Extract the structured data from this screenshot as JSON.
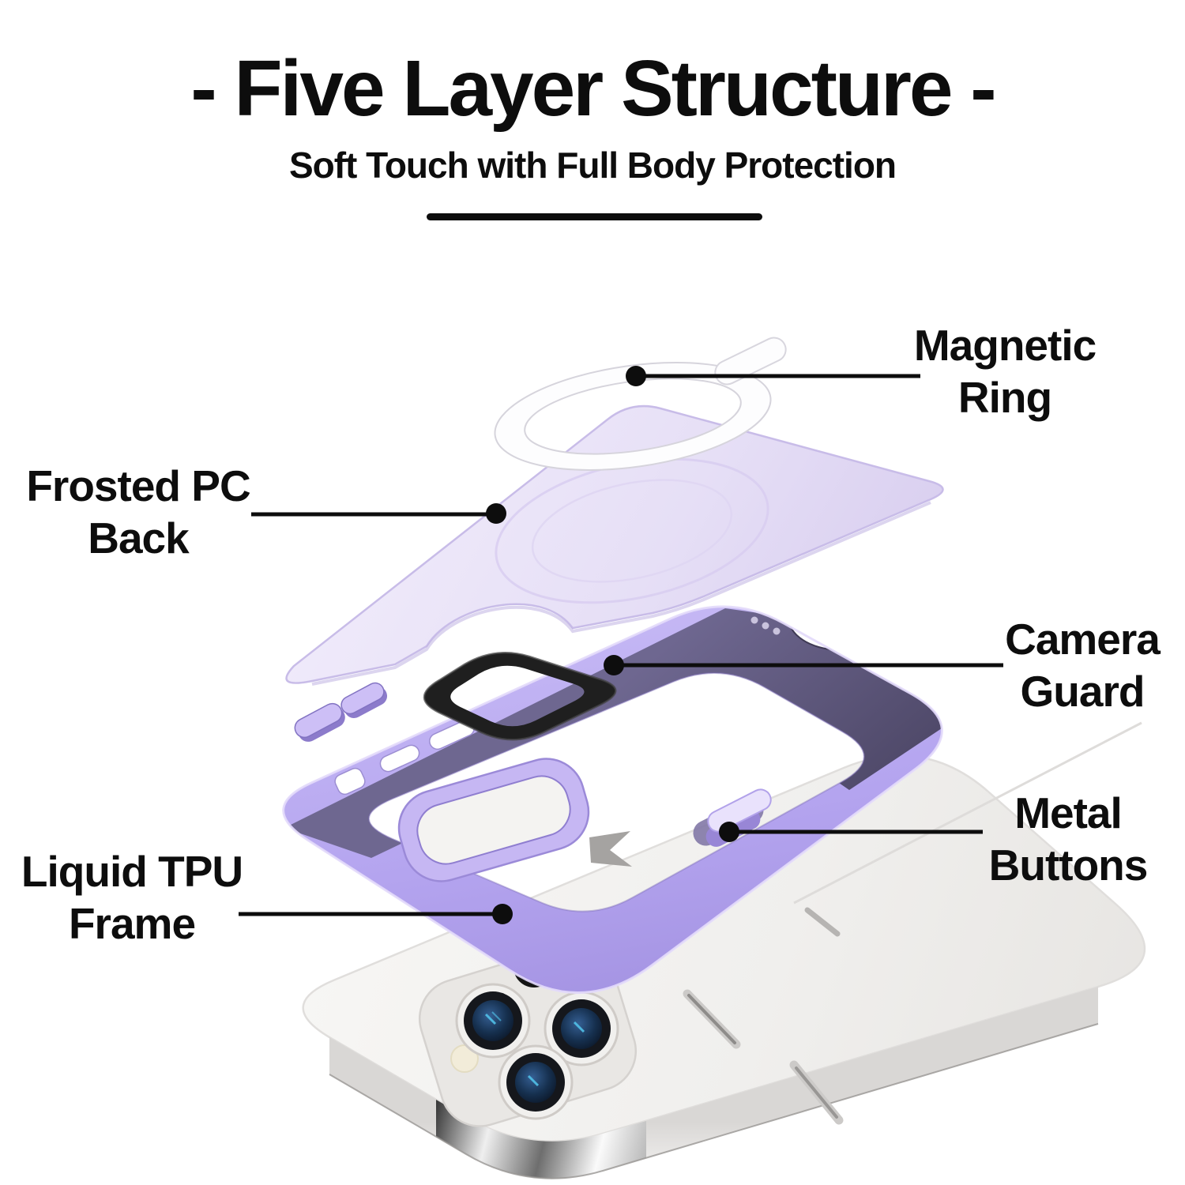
{
  "header": {
    "title": "- Five Layer Structure -",
    "subtitle": "Soft Touch with Full Body Protection"
  },
  "callouts": [
    {
      "id": "magnetic-ring",
      "lines": [
        "Magnetic",
        "Ring"
      ]
    },
    {
      "id": "frosted-pc-back",
      "lines": [
        "Frosted PC",
        "Back"
      ]
    },
    {
      "id": "camera-guard",
      "lines": [
        "Camera",
        "Guard"
      ]
    },
    {
      "id": "metal-buttons",
      "lines": [
        "Metal",
        "Buttons"
      ]
    },
    {
      "id": "liquid-tpu-frame",
      "lines": [
        "Liquid TPU",
        "Frame"
      ]
    }
  ],
  "diagram": {
    "description": "Exploded five-layer phone case: magnetic ring, frosted PC back, camera guard, liquid TPU frame, metal buttons, over a silver phone",
    "line_color": "#0d0d0d",
    "parts": [
      {
        "id": "magnetic-ring",
        "name": "Magnetic Ring",
        "color": "#FDFDFE"
      },
      {
        "id": "frosted-pc-back",
        "name": "Frosted PC Back",
        "color": "#E7E1F6"
      },
      {
        "id": "camera-guard",
        "name": "Camera Guard",
        "color": "#1F1F1F"
      },
      {
        "id": "tpu-frame",
        "name": "Liquid TPU Frame",
        "color": "#B6A7EF"
      },
      {
        "id": "metal-buttons",
        "name": "Metal Buttons",
        "color": "#CDBFF6"
      },
      {
        "id": "phone",
        "name": "Phone",
        "color": "#F2F1EF"
      }
    ]
  }
}
